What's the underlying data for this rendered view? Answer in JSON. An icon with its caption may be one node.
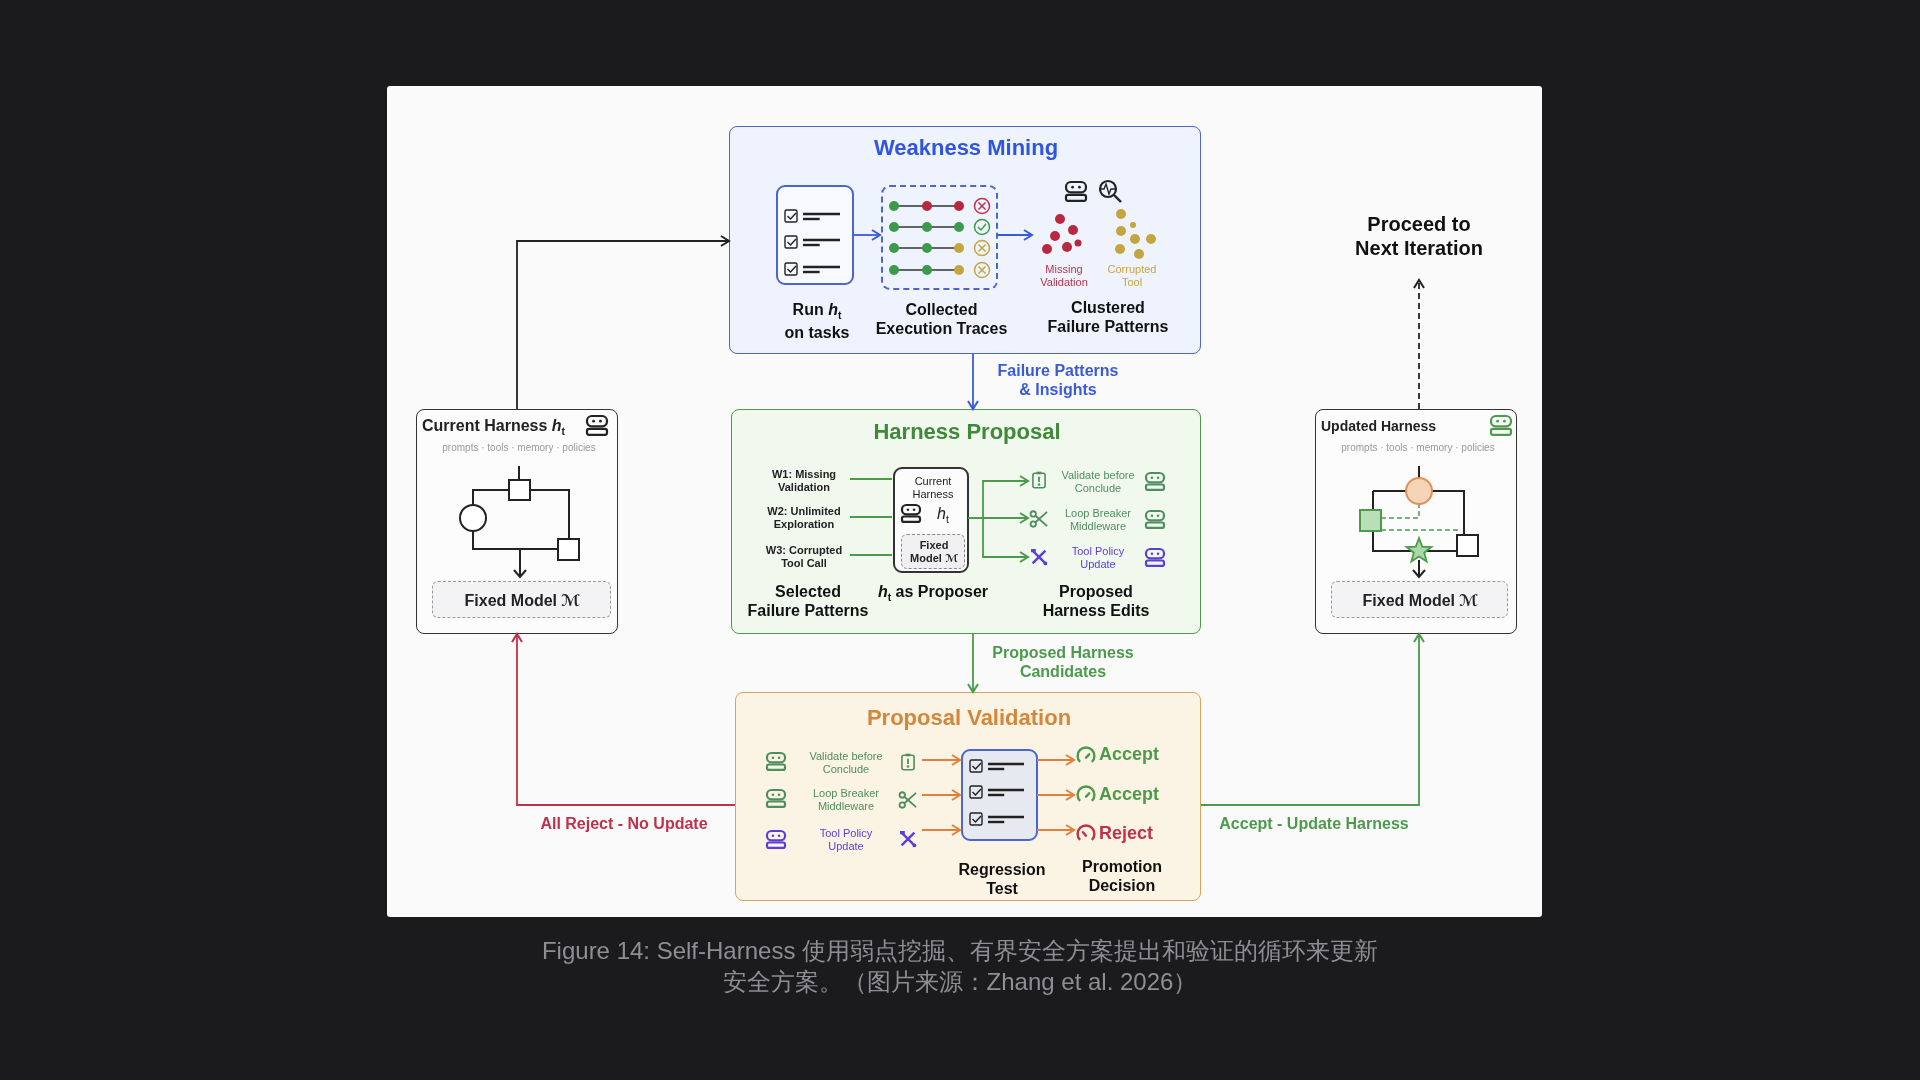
{
  "diagram": {
    "caption": "Figure 14: Self-Harness 使用弱点挖掘、有界安全方案提出和验证的循环来更新安全方案。（图片来源：Zhang et al. 2026）",
    "nodes": [
      {
        "text": [
          "Weakness Mining"
        ]
      },
      {
        "text": [
          "Run *h*$_{t}$ on tasks"
        ],
        "in": 0
      },
      {
        "text": [
          "Collected Execution Traces"
        ],
        "in": 0
      },
      {
        "text": [
          "Missing Validation",
          "Corrupted Tool",
          "Clustered Failure Patterns"
        ],
        "in": 0
      },
      {
        "text": [
          "Harness Proposal"
        ]
      },
      {
        "text": [
          "W1: Missing Validation"
        ],
        "in": 4
      },
      {
        "text": [
          "W2: Unlimited Exploration"
        ],
        "in": 4
      },
      {
        "text": [
          "W3: Corrupted Tool Call"
        ],
        "in": 4
      },
      {
        "text": [
          "Current Harness",
          "*h*$_{t}$"
        ],
        "in": 4,
        "beside": [
          "*h*$_{t}$ as Proposer"
        ]
      },
      {
        "text": [
          "Fixed Model ℳ"
        ],
        "in": 8
      },
      {
        "text": [
          "Validate before Conclude"
        ],
        "in": 4
      },
      {
        "text": [
          "Loop Breaker Middleware"
        ],
        "in": 4
      },
      {
        "text": [
          "Tool Policy Update"
        ],
        "in": 4
      },
      {
        "text": [
          "Proposal Validation"
        ]
      },
      {
        "text": [
          "Validate before Conclude"
        ],
        "in": 13
      },
      {
        "text": [
          "Loop Breaker Middleware"
        ],
        "in": 13
      },
      {
        "text": [
          "Tool Policy Update"
        ],
        "in": 13
      },
      {
        "text": [
          "Regression Test"
        ],
        "in": 13
      },
      {
        "text": [
          "Accept"
        ],
        "in": 13
      },
      {
        "text": [
          "Accept"
        ],
        "in": 13
      },
      {
        "text": [
          "Reject"
        ],
        "in": 13
      },
      {
        "text": [
          "Current Harness *h*$_{t}$",
          "prompts · tools · memory · policies"
        ]
      },
      {
        "text": [
          "Fixed Model ℳ"
        ],
        "in": 21
      },
      {
        "text": [
          "Updated Harness",
          "prompts · tools · memory · policies"
        ]
      },
      {
        "text": [
          "Fixed Model ℳ"
        ],
        "in": 23
      },
      {
        "text": [
          "Proceed to Next Iteration"
        ]
      }
    ],
    "edges": [
      {
        "from": 21,
        "to": 0,
        "arrow": "to",
        "color": "#222222"
      },
      {
        "from": 0,
        "to": 4,
        "arrow": "to",
        "label": "Failure Patterns & Insights",
        "color": "#3a5bd9"
      },
      {
        "from": 1,
        "to": 2,
        "arrow": "to",
        "color": "#3a5bd9"
      },
      {
        "from": 2,
        "to": 3,
        "arrow": "to",
        "color": "#3a5bd9"
      },
      {
        "from": 5,
        "to": 8,
        "arrow": "none"
      },
      {
        "from": 6,
        "to": 8,
        "arrow": "none"
      },
      {
        "from": 7,
        "to": 8,
        "arrow": "none"
      },
      {
        "from": 8,
        "to": 10,
        "arrow": "to"
      },
      {
        "from": 8,
        "to": 11,
        "arrow": "to"
      },
      {
        "from": 8,
        "to": 12,
        "arrow": "to"
      },
      {
        "from": 4,
        "to": 13,
        "arrow": "to",
        "label": "Proposed Harness Candidates"
      },
      {
        "from": 14,
        "to": 17,
        "arrow": "to",
        "color": "#e0803a"
      },
      {
        "from": 15,
        "to": 17,
        "arrow": "to",
        "color": "#e0803a"
      },
      {
        "from": 16,
        "to": 17,
        "arrow": "to",
        "color": "#e0803a"
      },
      {
        "from": 17,
        "to": 18,
        "arrow": "to",
        "color": "#e0803a"
      },
      {
        "from": 17,
        "to": 19,
        "arrow": "to",
        "color": "#e0803a"
      },
      {
        "from": 17,
        "to": 20,
        "arrow": "to",
        "color": "#e0803a"
      },
      {
        "from": 13,
        "to": 21,
        "arrow": "to",
        "label": "All Reject - No Update",
        "color": "#c0304a"
      },
      {
        "from": 13,
        "to": 23,
        "arrow": "to",
        "label": "Accept - Update Harness"
      },
      {
        "from": 23,
        "to": 25,
        "arrow": "to",
        "style": "dashed",
        "color": "#222222"
      }
    ],
    "labels": [
      "Selected Failure Patterns",
      "Proposed Harness Edits",
      "Promotion Decision"
    ]
  }
}
